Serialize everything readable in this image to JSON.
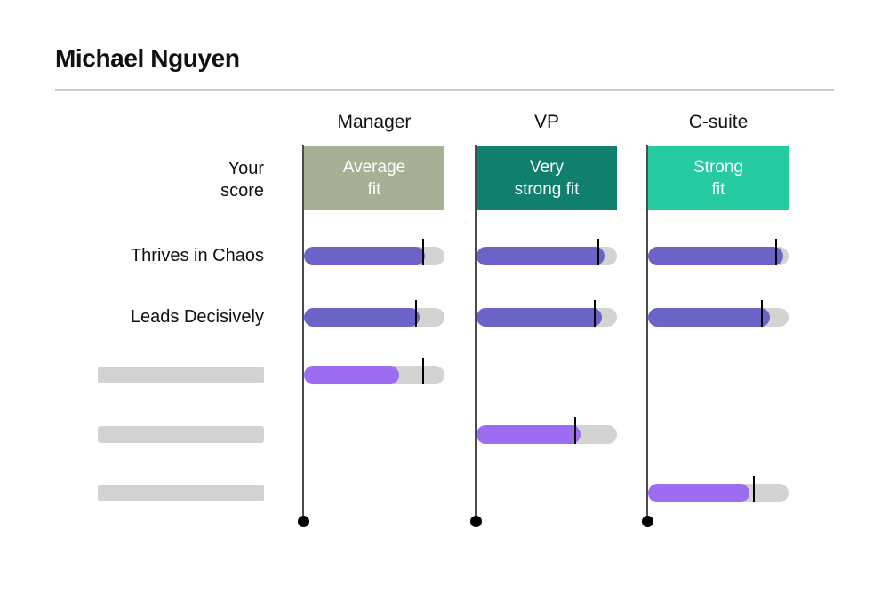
{
  "title": "Michael Nguyen",
  "your_score": {
    "line1": "Your",
    "line2": "score"
  },
  "colors": {
    "text": "#111111",
    "divider": "#cdcdcd",
    "track": "#d3d3d3",
    "redacted_label": "#d2d2d2",
    "axis_line": "#4b4b4b",
    "axis_dot": "#000000",
    "benchmark_tick": "#000000",
    "slate_bar": "#6b63c7",
    "lavender_bar": "#9c6cf1"
  },
  "chart_data": {
    "type": "bar",
    "title": "Michael Nguyen",
    "score_scale": [
      0,
      100
    ],
    "legend_position": "none",
    "columns": [
      {
        "label": "Manager",
        "fit_lines": [
          "Average",
          "fit"
        ],
        "fit_label": "Average fit",
        "badge_color": "#a7b095"
      },
      {
        "label": "VP",
        "fit_lines": [
          "Very",
          "strong fit"
        ],
        "fit_label": "Very strong fit",
        "badge_color": "#107f6e"
      },
      {
        "label": "C-suite",
        "fit_lines": [
          "Strong",
          "fit"
        ],
        "fit_label": "Strong fit",
        "badge_color": "#26cba2"
      }
    ],
    "rows": [
      {
        "label": "Thrives in Chaos",
        "redacted": false,
        "bar_color": "#6b63c7",
        "bars": [
          {
            "column": "Manager",
            "score_pct": 86,
            "benchmark_pct": 85
          },
          {
            "column": "VP",
            "score_pct": 91,
            "benchmark_pct": 87
          },
          {
            "column": "C-suite",
            "score_pct": 96,
            "benchmark_pct": 91
          }
        ]
      },
      {
        "label": "Leads Decisively",
        "redacted": false,
        "bar_color": "#6b63c7",
        "bars": [
          {
            "column": "Manager",
            "score_pct": 82,
            "benchmark_pct": 80
          },
          {
            "column": "VP",
            "score_pct": 89,
            "benchmark_pct": 84
          },
          {
            "column": "C-suite",
            "score_pct": 87,
            "benchmark_pct": 81
          }
        ]
      },
      {
        "label": "",
        "redacted": true,
        "bar_color": "#9c6cf1",
        "bars": [
          {
            "column": "Manager",
            "score_pct": 68,
            "benchmark_pct": 85
          }
        ]
      },
      {
        "label": "",
        "redacted": true,
        "bar_color": "#9c6cf1",
        "bars": [
          {
            "column": "VP",
            "score_pct": 74,
            "benchmark_pct": 70
          }
        ]
      },
      {
        "label": "",
        "redacted": true,
        "bar_color": "#9c6cf1",
        "bars": [
          {
            "column": "C-suite",
            "score_pct": 72,
            "benchmark_pct": 75
          }
        ]
      }
    ]
  }
}
